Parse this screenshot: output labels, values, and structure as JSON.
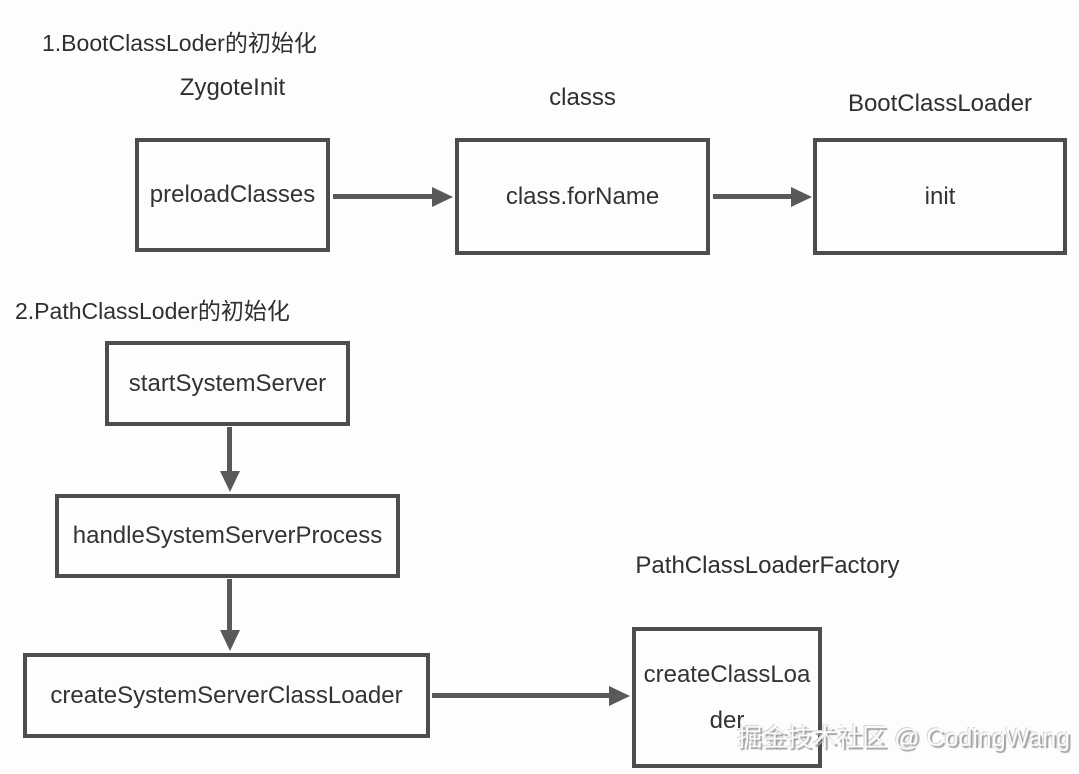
{
  "colors": {
    "background": "#fdfdfd",
    "box_border": "#4d4d4d",
    "arrow": "#595959",
    "text": "#333333",
    "watermark_text": "#fbfbfb"
  },
  "sections": [
    {
      "title": "1.BootClassLoder的初始化",
      "nodes": [
        {
          "header": "ZygoteInit",
          "label": "preloadClasses"
        },
        {
          "header": "classs",
          "label": "class.forName"
        },
        {
          "header": "BootClassLoader",
          "label": "init"
        }
      ],
      "edges": [
        "preloadClasses -> class.forName",
        "class.forName -> init"
      ]
    },
    {
      "title": "2.PathClassLoder的初始化",
      "nodes": [
        {
          "header": "",
          "label": "startSystemServer"
        },
        {
          "header": "",
          "label": "handleSystemServerProcess"
        },
        {
          "header": "",
          "label": "createSystemServerClassLoader"
        },
        {
          "header": "PathClassLoaderFactory",
          "label": "createClassLoader",
          "label_lines": [
            "createClassLoa",
            "der"
          ]
        }
      ],
      "edges": [
        "startSystemServer -> handleSystemServerProcess",
        "handleSystemServerProcess -> createSystemServerClassLoader",
        "createSystemServerClassLoader -> createClassLoader"
      ]
    }
  ],
  "watermark": "掘金技术社区 @ CodingWang"
}
